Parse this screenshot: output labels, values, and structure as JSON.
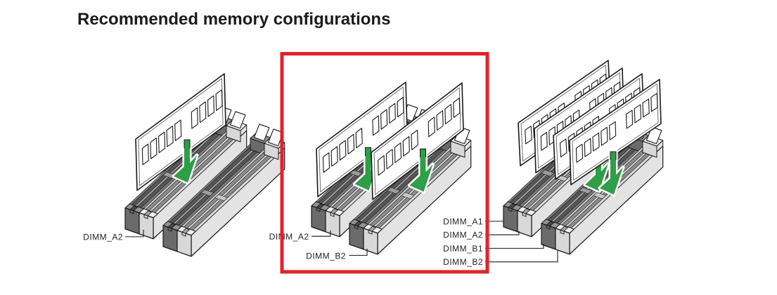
{
  "page": {
    "title": "Recommended memory configurations"
  },
  "slot_pairs": [
    {
      "name": "channel-a",
      "slots": [
        "DIMM_A1",
        "DIMM_A2"
      ]
    },
    {
      "name": "channel-b",
      "slots": [
        "DIMM_B1",
        "DIMM_B2"
      ]
    }
  ],
  "configurations": [
    {
      "name": "one-module",
      "module_count": 1,
      "installed_slots": [
        "DIMM_A2"
      ],
      "labels": [
        "DIMM_A2"
      ],
      "highlighted": false
    },
    {
      "name": "two-modules",
      "module_count": 2,
      "installed_slots": [
        "DIMM_A2",
        "DIMM_B2"
      ],
      "labels": [
        "DIMM_A2",
        "DIMM_B2"
      ],
      "highlighted": true
    },
    {
      "name": "four-modules",
      "module_count": 4,
      "installed_slots": [
        "DIMM_A1",
        "DIMM_A2",
        "DIMM_B1",
        "DIMM_B2"
      ],
      "labels": [
        "DIMM_A1",
        "DIMM_A2",
        "DIMM_B1",
        "DIMM_B2"
      ],
      "highlighted": false
    }
  ],
  "highlight": {
    "target": "two-modules",
    "color": "#e2222b"
  },
  "icons": {
    "insert_arrow": "insert-arrow-icon"
  },
  "colors": {
    "insert_arrow": "#2e9e47",
    "slot_dark": "#6b6b6b",
    "slot_light": "#d8d8d8",
    "module_board": "#ffffff",
    "label_text": "#231f20",
    "title_text": "#1b1b1b"
  }
}
